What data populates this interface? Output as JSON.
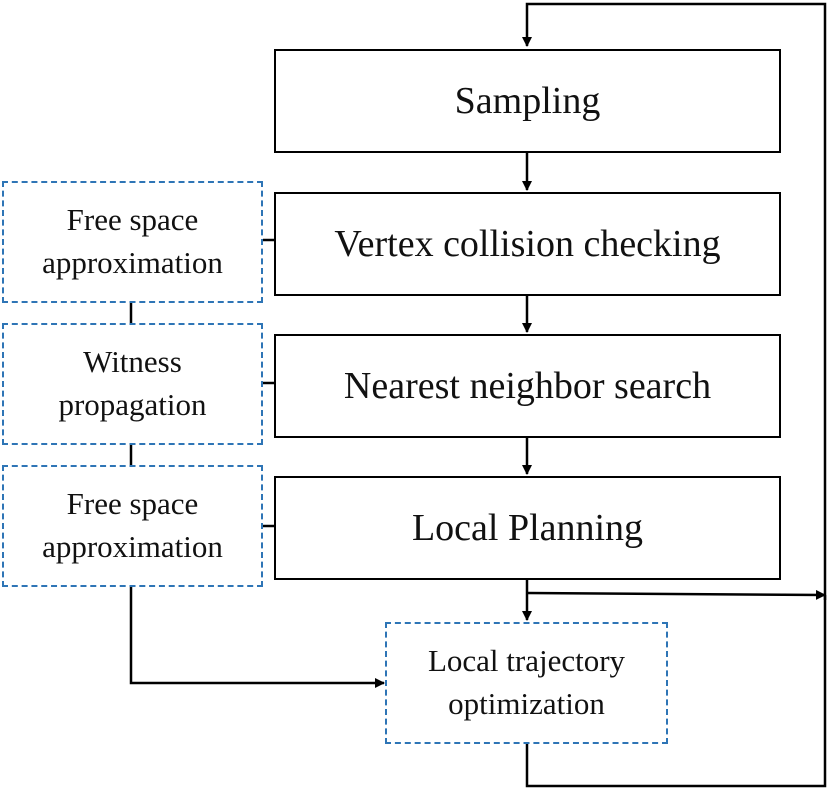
{
  "diagram": {
    "steps": {
      "sampling": "Sampling",
      "vertex_collision": "Vertex collision checking",
      "nearest_neighbor": "Nearest neighbor search",
      "local_planning": "Local Planning"
    },
    "modules": {
      "free_space_1": {
        "line1": "Free space",
        "line2": "approximation"
      },
      "witness": {
        "line1": "Witness",
        "line2": "propagation"
      },
      "free_space_2": {
        "line1": "Free space",
        "line2": "approximation"
      },
      "local_trajectory": {
        "line1": "Local trajectory",
        "line2": "optimization"
      }
    },
    "colors": {
      "process_border": "#000000",
      "module_border": "#2e75b6",
      "connector": "#000000"
    }
  }
}
